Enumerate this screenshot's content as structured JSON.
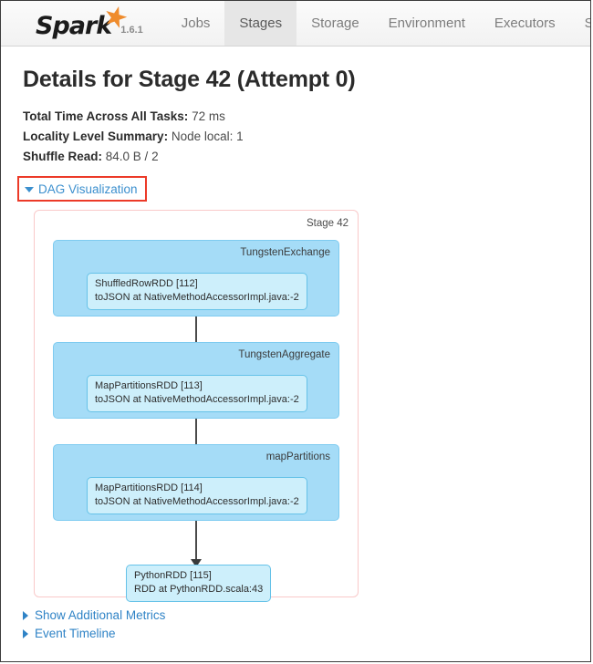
{
  "navbar": {
    "brand": "Spark",
    "brand_star_icon": "star-icon",
    "version": "1.6.1",
    "items": [
      {
        "label": "Jobs",
        "active": false
      },
      {
        "label": "Stages",
        "active": true
      },
      {
        "label": "Storage",
        "active": false
      },
      {
        "label": "Environment",
        "active": false
      },
      {
        "label": "Executors",
        "active": false
      },
      {
        "label": "SQL",
        "active": false
      }
    ]
  },
  "page": {
    "title": "Details for Stage 42 (Attempt 0)",
    "summary": [
      {
        "label": "Total Time Across All Tasks:",
        "value": "72 ms"
      },
      {
        "label": "Locality Level Summary:",
        "value": "Node local: 1"
      },
      {
        "label": "Shuffle Read:",
        "value": "84.0 B / 2"
      }
    ]
  },
  "dag_toggle": {
    "label": "DAG Visualization",
    "caret_icon": "caret-down-icon",
    "expanded": true,
    "annotation_color": "#ec3a28"
  },
  "dag": {
    "stage_label": "Stage 42",
    "border_color": "#f9c9c9",
    "scope_fill": "#a5dcf7",
    "scope_border": "#7ecbf0",
    "rdd_fill": "#cdeffb",
    "rdd_border": "#66c2e8",
    "edge_color": "#4a4a4a",
    "scopes": [
      {
        "name": "TungstenExchange",
        "rdd_line1": "ShuffledRowRDD [112]",
        "rdd_line2": "toJSON at NativeMethodAccessorImpl.java:-2"
      },
      {
        "name": "TungstenAggregate",
        "rdd_line1": "MapPartitionsRDD [113]",
        "rdd_line2": "toJSON at NativeMethodAccessorImpl.java:-2"
      },
      {
        "name": "mapPartitions",
        "rdd_line1": "MapPartitionsRDD [114]",
        "rdd_line2": "toJSON at NativeMethodAccessorImpl.java:-2"
      }
    ],
    "final_node": {
      "line1": "PythonRDD [115]",
      "line2": "RDD at PythonRDD.scala:43"
    }
  },
  "bottom_links": [
    {
      "label": "Show Additional Metrics",
      "caret_icon": "caret-right-icon"
    },
    {
      "label": "Event Timeline",
      "caret_icon": "caret-right-icon"
    }
  ]
}
